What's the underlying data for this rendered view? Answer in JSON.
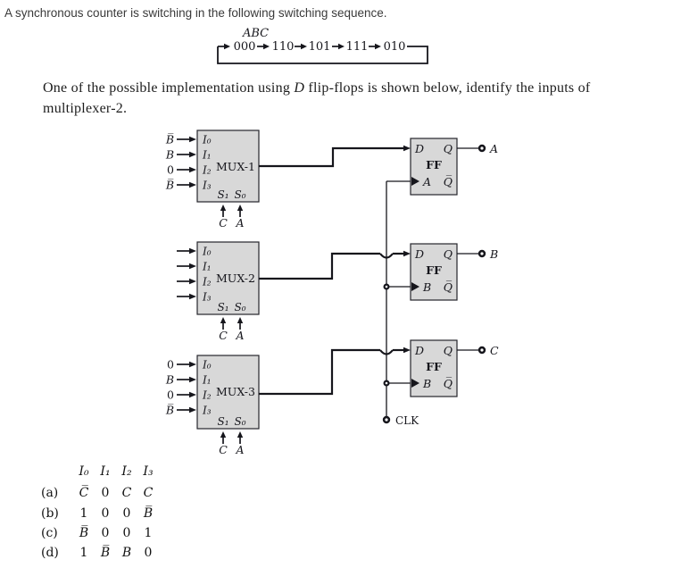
{
  "colors": {
    "box_fill": "#d8d8d8",
    "wire": "#16161c",
    "text": "#1b1b1b"
  },
  "question": {
    "line1": "A synchronous counter is switching in the following switching sequence.",
    "sequence": {
      "label": "ABC",
      "states": [
        "000",
        "110",
        "101",
        "111",
        "010"
      ]
    },
    "para_pre": "One of the possible implementation using ",
    "para_italic": "D",
    "para_post": " flip-flops is shown below, identify the inputs of",
    "para_line2": "multiplexer-2."
  },
  "circuit": {
    "pin_labels": [
      "I₀",
      "I₁",
      "I₂",
      "I₃"
    ],
    "select_labels": [
      "S₁",
      "S₀"
    ],
    "select_sources": [
      "C",
      "A"
    ],
    "muxes": [
      {
        "name": "MUX-1",
        "inputs": [
          "B̅",
          "B",
          "0",
          "B̅"
        ]
      },
      {
        "name": "MUX-2",
        "inputs": [
          "",
          "",
          "",
          ""
        ]
      },
      {
        "name": "MUX-3",
        "inputs": [
          "0",
          "B",
          "0",
          "B̅"
        ]
      }
    ],
    "flipflops": [
      {
        "d": "D",
        "q": "Q",
        "name": "FF",
        "clock_label": "A",
        "qbar": "Q̅",
        "output": "A"
      },
      {
        "d": "D",
        "q": "Q",
        "name": "FF",
        "clock_label": "B",
        "qbar": "Q̅",
        "output": "B"
      },
      {
        "d": "D",
        "q": "Q",
        "name": "FF",
        "clock_label": "B",
        "qbar": "Q̅",
        "output": "C"
      }
    ],
    "clk_label": "CLK"
  },
  "options": {
    "headers": [
      "I₀",
      "I₁",
      "I₂",
      "I₃"
    ],
    "rows": [
      {
        "label": "(a)",
        "values": [
          "C̅",
          "0",
          "C",
          "C"
        ]
      },
      {
        "label": "(b)",
        "values": [
          "1",
          "0",
          "0",
          "B̅"
        ]
      },
      {
        "label": "(c)",
        "values": [
          "B̅",
          "0",
          "0",
          "1"
        ]
      },
      {
        "label": "(d)",
        "values": [
          "1",
          "B̅",
          "B",
          "0"
        ]
      }
    ]
  }
}
